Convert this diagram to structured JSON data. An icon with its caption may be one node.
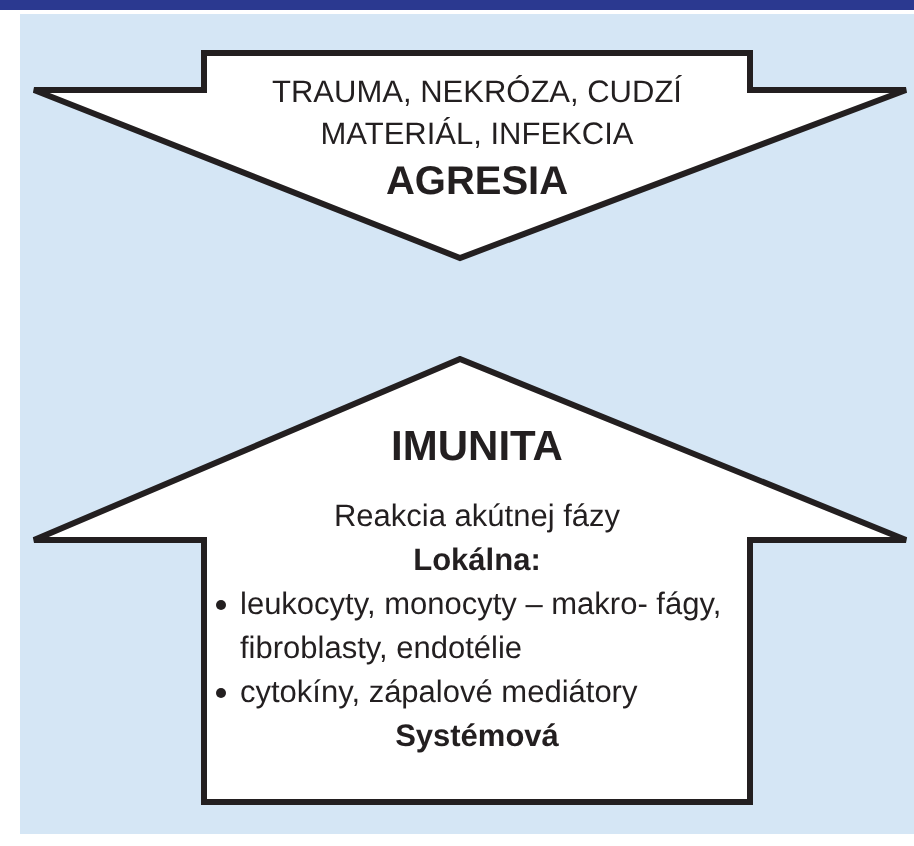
{
  "diagram": {
    "nodes": [
      {
        "text": [
          "TRAUMA, NEKRÓZA, CUDZÍ MATERIÁL, INFEKCIA",
          "AGRESIA"
        ]
      },
      {
        "text": [
          "IMUNITA",
          "Reakcia akútnej fázy",
          "Lokálna:",
          "leukocyty, monocyty – makro- fágy, fibroblasty, endotélie",
          "cytokíny, zápalové mediátory",
          "Systémová"
        ]
      }
    ]
  }
}
